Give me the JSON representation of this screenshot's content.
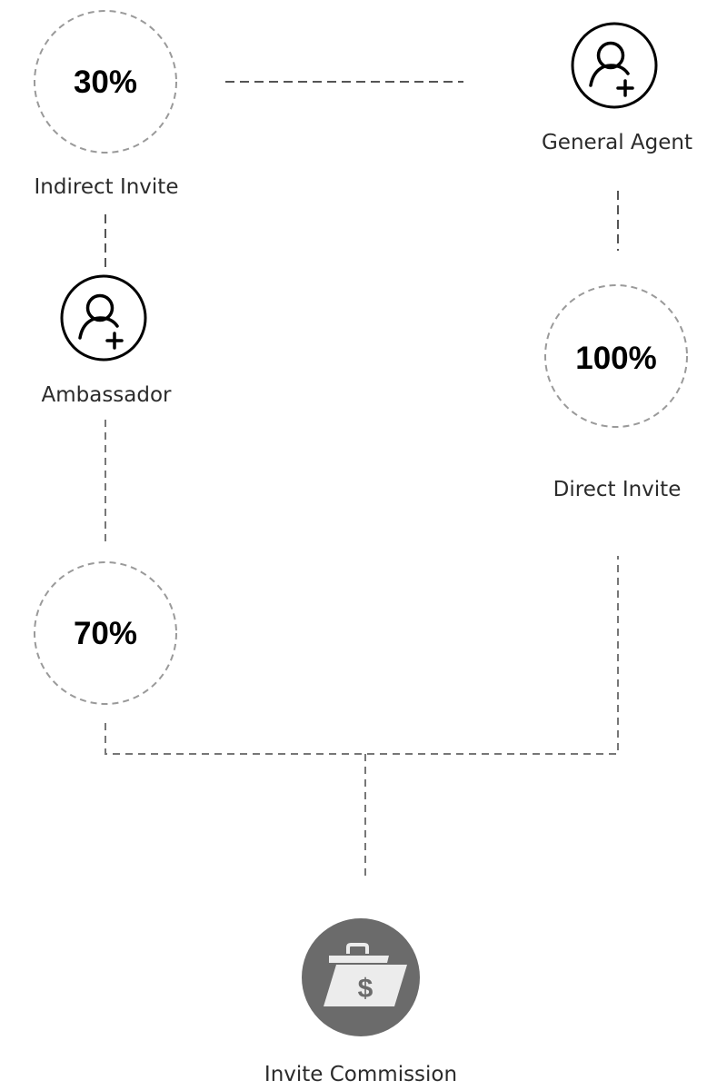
{
  "nodes": {
    "indirect_invite": {
      "percent": "30%",
      "label": "Indirect Invite"
    },
    "general_agent": {
      "label": "General Agent",
      "icon": "add-user-icon"
    },
    "ambassador": {
      "label": "Ambassador",
      "icon": "add-user-icon"
    },
    "direct_invite": {
      "percent": "100%",
      "label": "Direct Invite"
    },
    "ambassador_share": {
      "percent": "70%"
    },
    "invite_commission": {
      "label": "Invite Commission",
      "icon": "money-folder-icon",
      "icon_symbol": "$"
    }
  },
  "colors": {
    "connector": "#777777",
    "commission_circle": "#6b6b6b",
    "folder": "#ececec"
  }
}
